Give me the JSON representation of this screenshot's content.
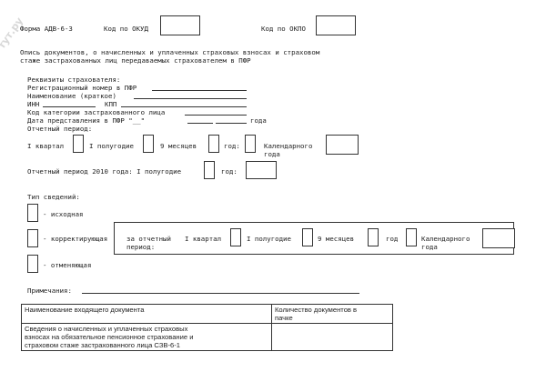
{
  "watermark": "тут.ру",
  "header": {
    "form_label": "Форма АДВ-6-3",
    "okud_label": "Код по ОКУД",
    "okpo_label": "Код по ОКПО"
  },
  "title": {
    "line1": "Опись документов, о начисленных и уплаченных страховых взносах и страховом",
    "line2": "стаже застрахованных лиц передаваемых страхователем в ПФР"
  },
  "requisites": {
    "heading": "Реквизиты страхователя:",
    "reg_number": "Регистрационный номер в ПФР",
    "name": "Наименование (краткое)",
    "inn": "ИНН",
    "kpp": "КПП",
    "category": "Код категории застрахованного лица",
    "date": "Дата представления в ПФР \"__\"",
    "year_suffix": "года"
  },
  "period": {
    "heading": "Отчетный период:",
    "q1": "I квартал",
    "h1": "I полугодие",
    "m9": "9 месяцев",
    "year": "год:",
    "calendar1": "Календарного",
    "calendar2": "года"
  },
  "period2010": {
    "label": "Отчетный период 2010 года: I полугодие",
    "year": "год:"
  },
  "info_type": {
    "heading": "Тип сведений:",
    "original": "- исходная",
    "corrective": "- корректирующая",
    "cancel": "- отменяющая"
  },
  "corr_period": {
    "label1": "за отчетный",
    "label2": "период:",
    "q1": "I квартал",
    "h1": "I полугодие",
    "m9": "9 месяцев",
    "year": "год",
    "calendar1": "Календарного",
    "calendar2": "года"
  },
  "notes_label": "Примечания:",
  "table": {
    "col1": "Наименование входящего документа",
    "col2a": "Количество документов в",
    "col2b": "пачке",
    "row1a": "Сведения о начисленных и уплаченных страховых",
    "row1b": "взносах на обязательное пенсионное страхование и",
    "row1c": "страховом стаже застрахованного лица СЗВ-6-1"
  }
}
